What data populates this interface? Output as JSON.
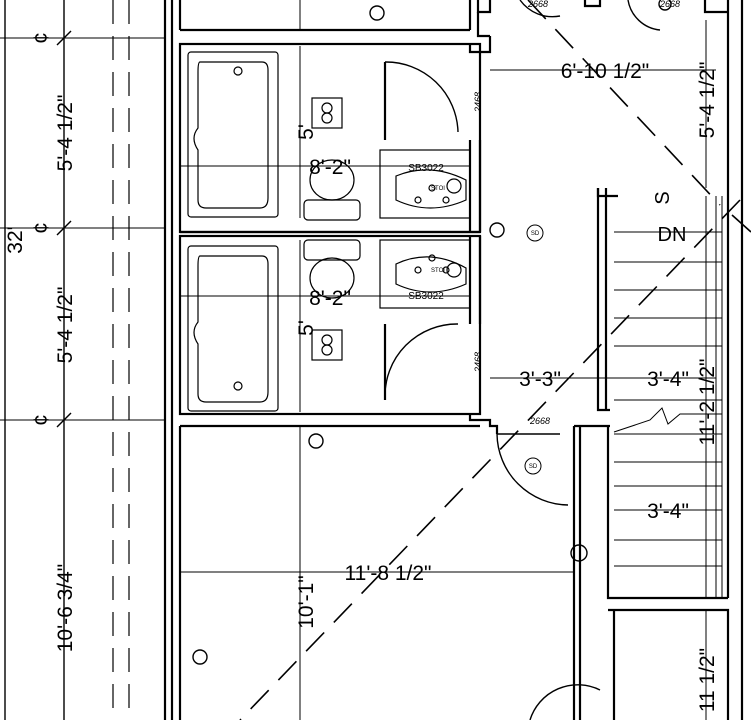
{
  "dimensions": {
    "total_height": "32'",
    "bath_upper_height": "5'-4 1/2\"",
    "bath_lower_height": "5'-4 1/2\"",
    "bedroom_height": "10'-6 3/4\"",
    "bath_upper_width": "8'-2\"",
    "bath_lower_width": "8'-2\"",
    "bath_upper_depth": "5'",
    "bath_lower_depth": "5'",
    "hall_width": "6'-10 1/2\"",
    "hall_right_height": "5'-4 1/2\"",
    "landing_width": "3'-3\"",
    "stair_width_upper": "3'-4\"",
    "stair_width_lower": "3'-4\"",
    "stair_run": "11'-2 1/2\"",
    "bedroom_width": "11'-8 1/2\"",
    "bedroom_depth": "10'-1\"",
    "right_room_height": "11 1/2\""
  },
  "markers": {
    "centerline_1": "¢",
    "centerline_2": "¢",
    "centerline_3": "¢"
  },
  "doors": {
    "door_top_left": "2668",
    "door_top_right": "2668",
    "door_bath_upper": "2468",
    "door_bath_lower": "2468",
    "door_bedroom": "2668"
  },
  "fixtures": {
    "sink_upper": "SB3022",
    "sink_lower": "SB3022",
    "faucet_upper": "STOI",
    "faucet_lower": "STOI",
    "smoke_detector_1": "SD",
    "smoke_detector_2": "SD"
  },
  "stairs": {
    "tag": "S",
    "direction": "DN"
  }
}
